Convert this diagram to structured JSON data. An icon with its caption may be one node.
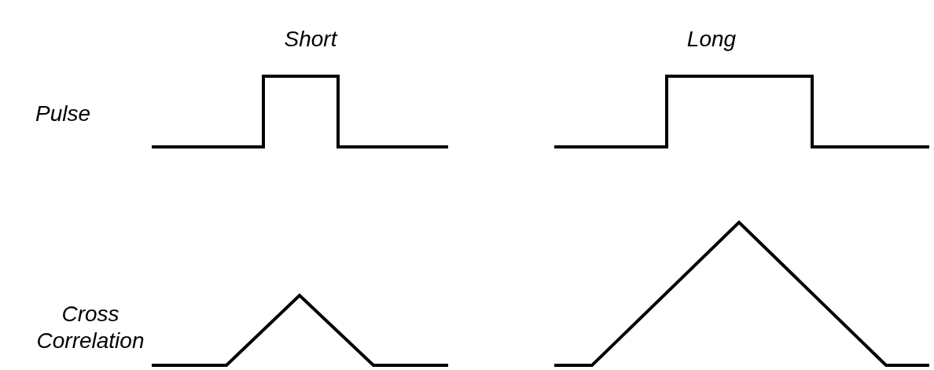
{
  "diagram": {
    "labels": [
      "Short",
      "Long",
      "Pulse",
      "Cross Correlation"
    ]
  }
}
